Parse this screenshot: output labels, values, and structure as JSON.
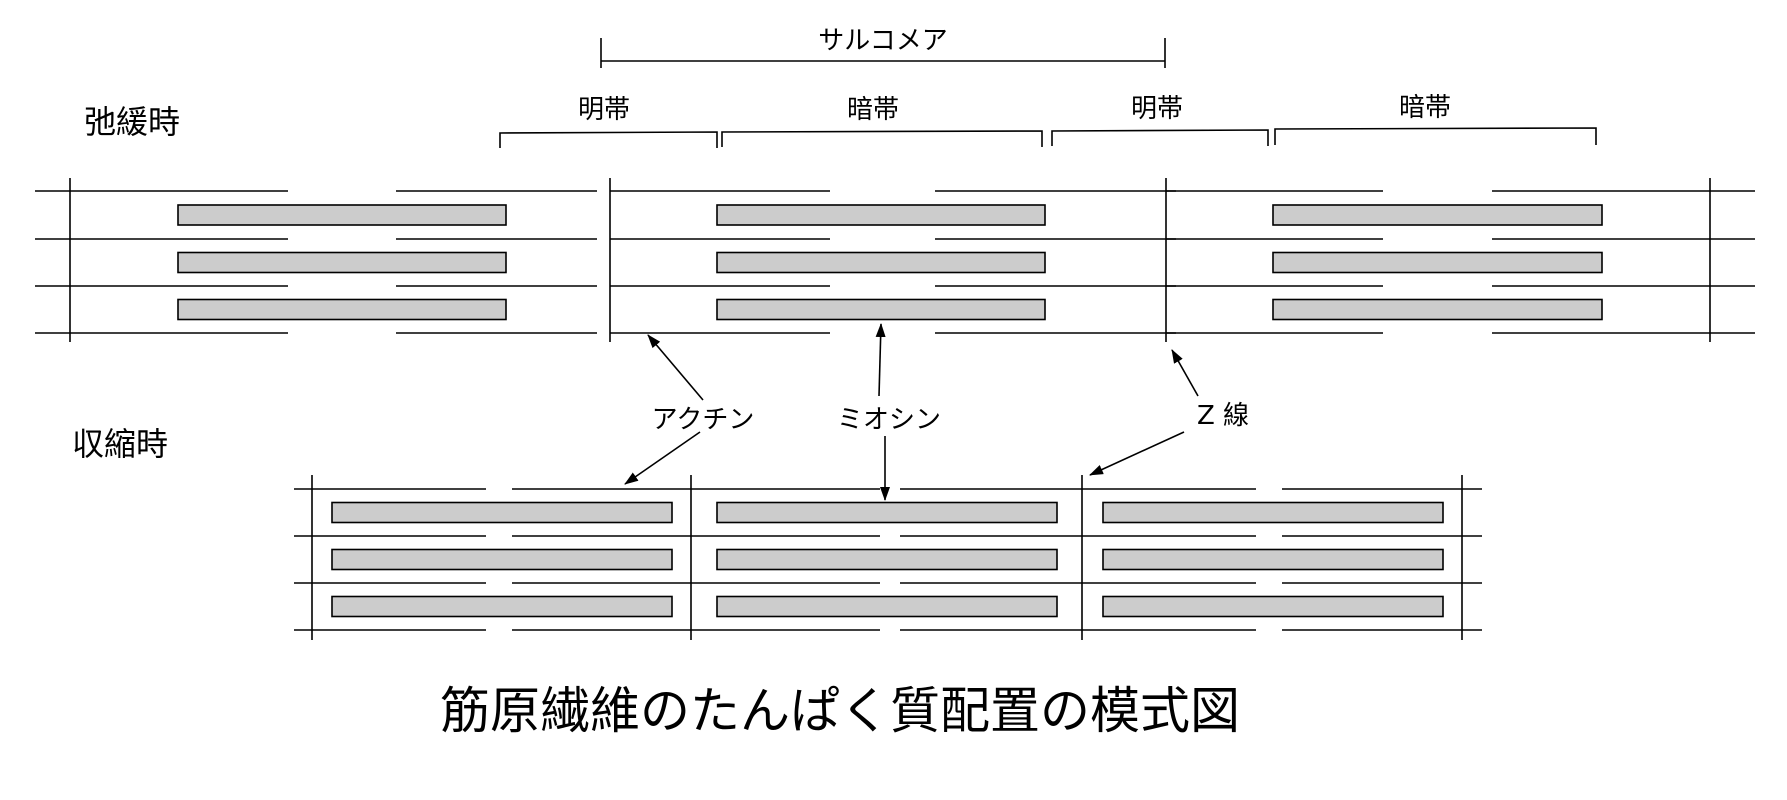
{
  "title": "筋原繊維のたんぱく質配置の模式図",
  "states": {
    "relaxed": "弛緩時",
    "contracted": "収縮時"
  },
  "bands": {
    "sarcomere": "サルコメア",
    "light_band": "明帯",
    "dark_band": "暗帯"
  },
  "parts": {
    "actin": "アクチン",
    "myosin": "ミオシン",
    "z_line": "Z 線"
  },
  "colors": {
    "line": "#000000",
    "myosin_fill": "#cccccc",
    "background": "#ffffff"
  }
}
